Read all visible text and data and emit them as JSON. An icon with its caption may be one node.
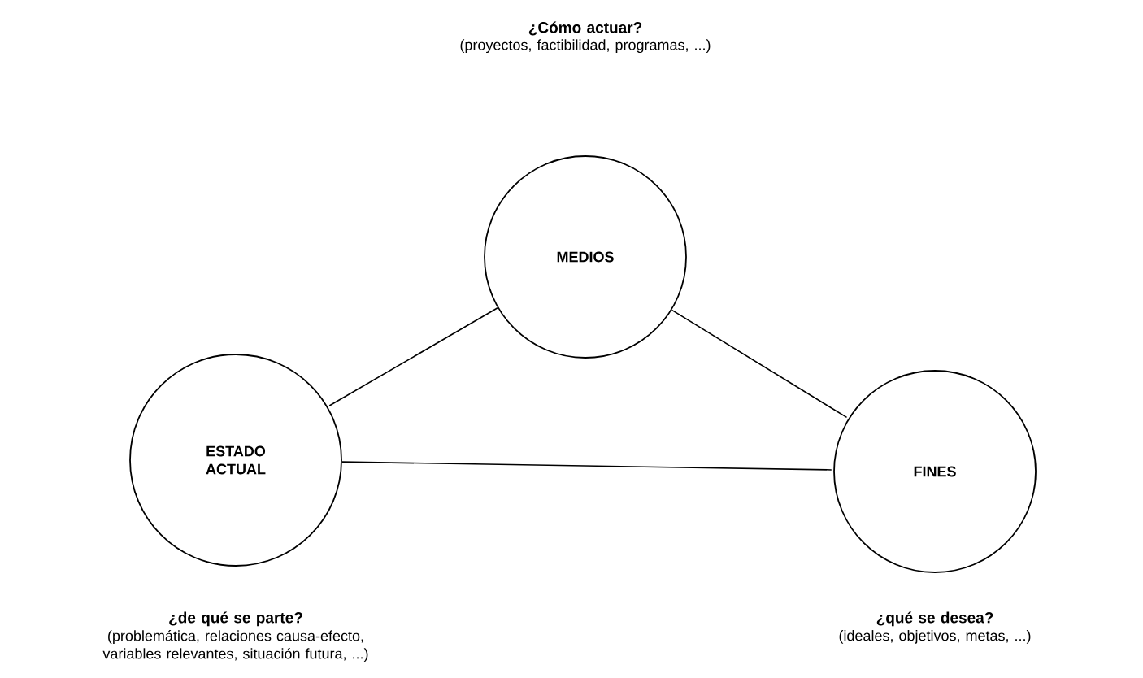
{
  "diagram": {
    "nodes": [
      {
        "text": [
          "MEDIOS"
        ],
        "beside": [
          "¿Cómo actuar?",
          "(proyectos, factibilidad, programas, ...)"
        ]
      },
      {
        "text": [
          "ESTADO ACTUAL"
        ],
        "beside": [
          "¿de qué se parte?",
          "(problemática, relaciones causa-efecto, variables relevantes, situación futura, ...)"
        ]
      },
      {
        "text": [
          "FINES"
        ],
        "beside": [
          "¿qué se desea?",
          "(ideales, objetivos, metas, ...)"
        ]
      }
    ],
    "edges": [
      {
        "from": 0,
        "to": 1,
        "arrow": "none"
      },
      {
        "from": 0,
        "to": 2,
        "arrow": "none"
      },
      {
        "from": 1,
        "to": 2,
        "arrow": "none"
      }
    ]
  }
}
